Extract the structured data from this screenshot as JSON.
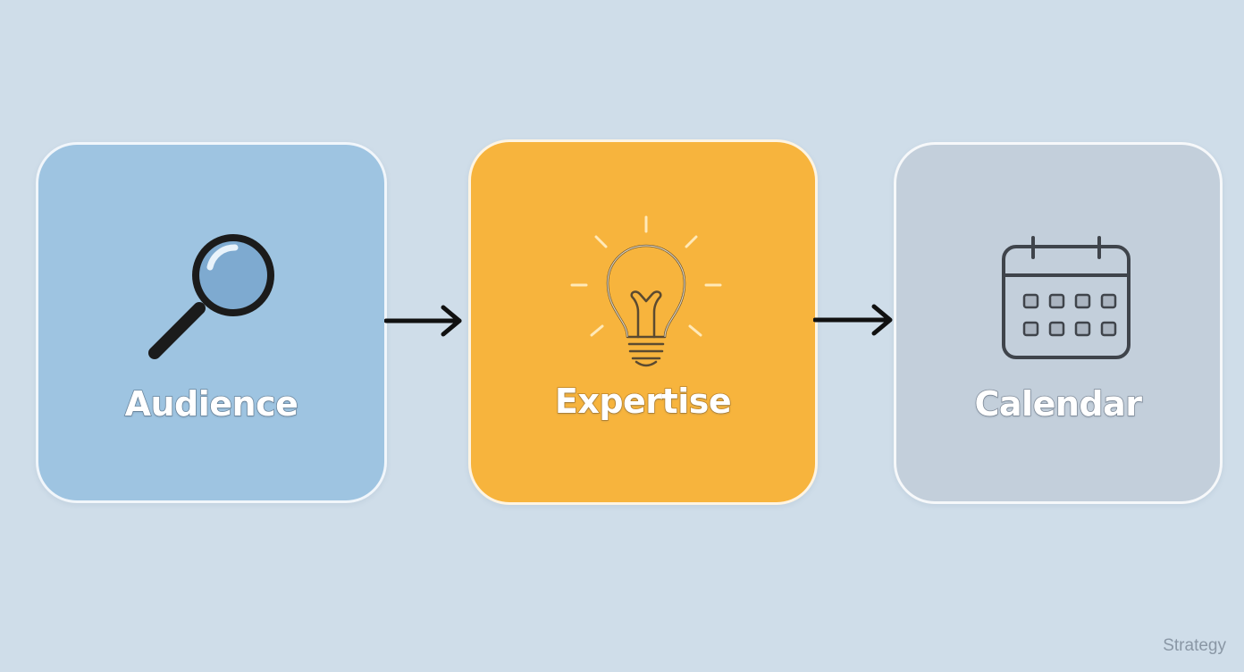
{
  "steps": [
    {
      "label": "Audience",
      "icon": "magnifying-glass-icon",
      "color": "#9ec4e1"
    },
    {
      "label": "Expertise",
      "icon": "lightbulb-icon",
      "color": "#f7b43d"
    },
    {
      "label": "Calendar",
      "icon": "calendar-icon",
      "color": "#c3cfdb"
    }
  ],
  "footer": {
    "label": "Strategy"
  },
  "colors": {
    "background": "#cfdde9",
    "arrow": "#111111"
  }
}
